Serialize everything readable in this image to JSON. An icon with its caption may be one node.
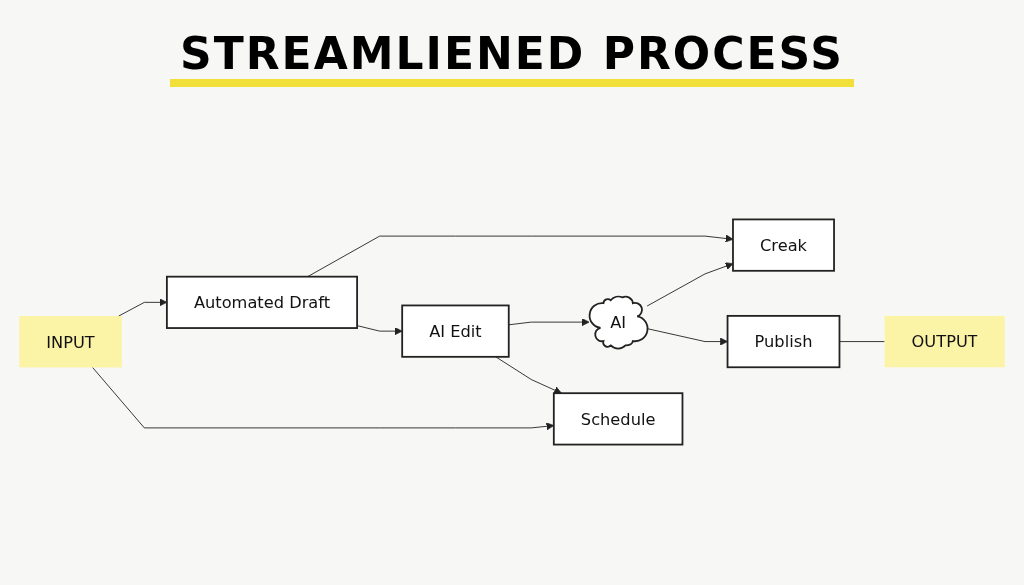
{
  "diagram": {
    "title": "STREAMLIENED PROCESS",
    "nodes": [
      {
        "text": [
          "INPUT"
        ]
      },
      {
        "text": [
          "Automated Draft"
        ]
      },
      {
        "text": [
          "Creak"
        ]
      },
      {
        "text": [
          "AI Edit"
        ]
      },
      {
        "text": [
          "AI"
        ]
      },
      {
        "text": [
          "Schedule"
        ]
      },
      {
        "text": [
          "Publish"
        ]
      },
      {
        "text": [
          "OUTPUT"
        ]
      }
    ],
    "edges": [
      {
        "from": 0,
        "to": 1,
        "arrow": "to"
      },
      {
        "from": 0,
        "to": 5,
        "arrow": "to"
      },
      {
        "from": 1,
        "to": 2,
        "arrow": "to"
      },
      {
        "from": 1,
        "to": 3,
        "arrow": "to"
      },
      {
        "from": 3,
        "to": 4,
        "arrow": "to"
      },
      {
        "from": 4,
        "to": 2,
        "arrow": "to"
      },
      {
        "from": 3,
        "to": 5,
        "arrow": "to"
      },
      {
        "from": 4,
        "to": 6,
        "arrow": "to"
      },
      {
        "from": 6,
        "to": 7,
        "arrow": "none"
      }
    ]
  }
}
